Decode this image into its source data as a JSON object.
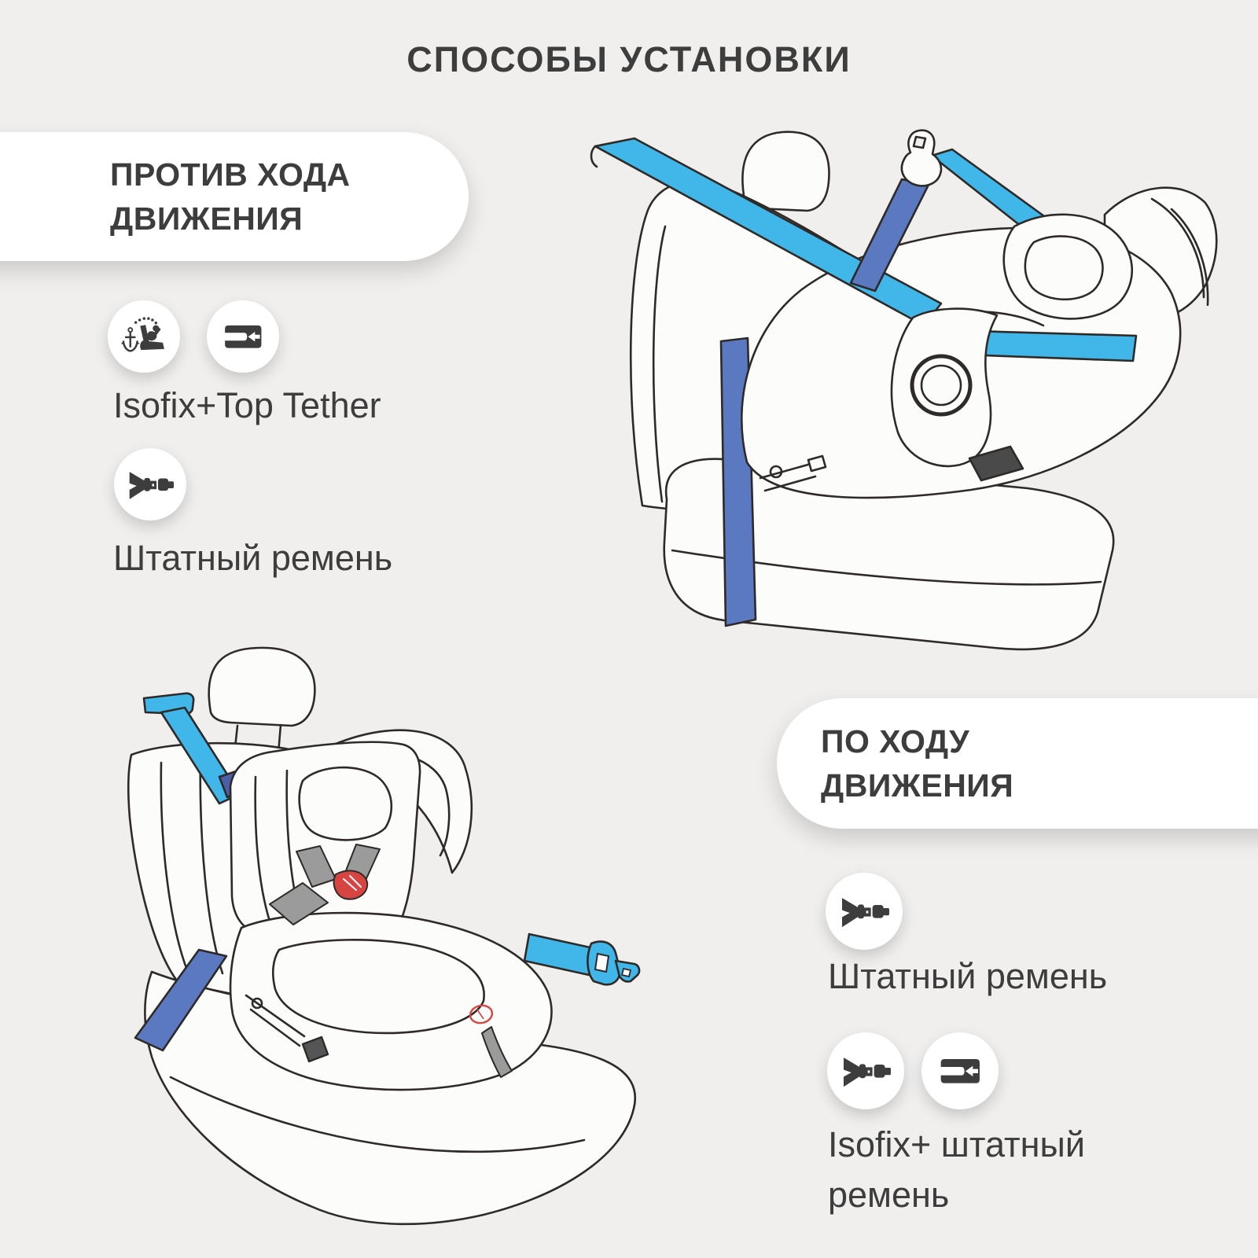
{
  "title": "СПОСОБЫ УСТАНОВКИ",
  "colors": {
    "background": "#f0efed",
    "text": "#3d3d3d",
    "card": "#ffffff",
    "belt_blue": "#41b6e8",
    "strap_blue": "#5b79c1",
    "harness_gray": "#9b9b9b",
    "buckle_red": "#d64541",
    "icon_dark": "#3d3d3d",
    "outline": "#2e2a28",
    "seat_white": "#fcfcfb"
  },
  "sections": {
    "rear_facing": {
      "heading_lines": [
        "ПРОТИВ ХОДА",
        "ДВИЖЕНИЯ"
      ],
      "methods": [
        {
          "icons": [
            "top-tether-anchor-icon",
            "isofix-connector-icon"
          ],
          "label": "Isofix+Top Tether"
        },
        {
          "icons": [
            "seat-belt-icon"
          ],
          "label": "Штатный ремень"
        }
      ],
      "illustration": "rear-facing-car-seat-with-vehicle-belt"
    },
    "forward_facing": {
      "heading_lines": [
        "ПО ХОДУ",
        "ДВИЖЕНИЯ"
      ],
      "methods": [
        {
          "icons": [
            "seat-belt-icon"
          ],
          "label": "Штатный ремень"
        },
        {
          "icons": [
            "seat-belt-icon",
            "isofix-connector-icon"
          ],
          "label": "Isofix+ штатный ремень"
        }
      ],
      "illustration": "forward-facing-car-seat-with-top-tether"
    }
  }
}
